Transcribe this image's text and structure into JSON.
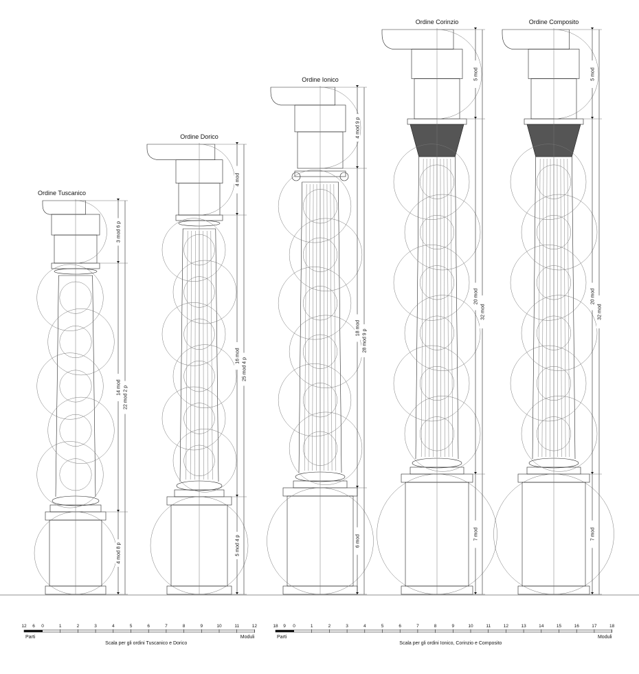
{
  "orders": [
    {
      "title": "Ordine Tuscanico",
      "dims": [
        "3 mod  6 p",
        "14 mod",
        "4 mod  8 p"
      ],
      "total": "22 mod  2 p"
    },
    {
      "title": "Ordine Dorico",
      "dims": [
        "4 mod",
        "16 mod",
        "5 mod  4 p"
      ],
      "total": "25 mod  4 p"
    },
    {
      "title": "Ordine Ionico",
      "dims": [
        "4 mod  9 p",
        "18 mod",
        "6 mod"
      ],
      "total": "28 mod  9 p"
    },
    {
      "title": "Ordine Corinzio",
      "dims": [
        "5 mod",
        "20 mod",
        "7 mod"
      ],
      "total": "32 mod"
    },
    {
      "title": "Ordine Composito",
      "dims": [
        "5 mod",
        "20 mod",
        "7 mod"
      ],
      "total": "32 mod"
    }
  ],
  "scales": [
    {
      "caption": "Scala per gli ordini Tuscanico e Dorico",
      "parts_label": "Parti",
      "modules_label": "Moduli",
      "parts_ticks": [
        "12",
        "6",
        "0"
      ],
      "module_ticks": [
        "1",
        "2",
        "3",
        "4",
        "5",
        "6",
        "7",
        "8",
        "9",
        "10",
        "11",
        "12"
      ]
    },
    {
      "caption": "Scala per gli ordini Ionico, Corinzio e Composito",
      "parts_label": "Parti",
      "modules_label": "Moduli",
      "parts_ticks": [
        "18",
        "9",
        "0"
      ],
      "module_ticks": [
        "1",
        "2",
        "3",
        "4",
        "5",
        "6",
        "7",
        "8",
        "9",
        "10",
        "11",
        "12",
        "13",
        "14",
        "15",
        "16",
        "17",
        "18"
      ]
    }
  ]
}
